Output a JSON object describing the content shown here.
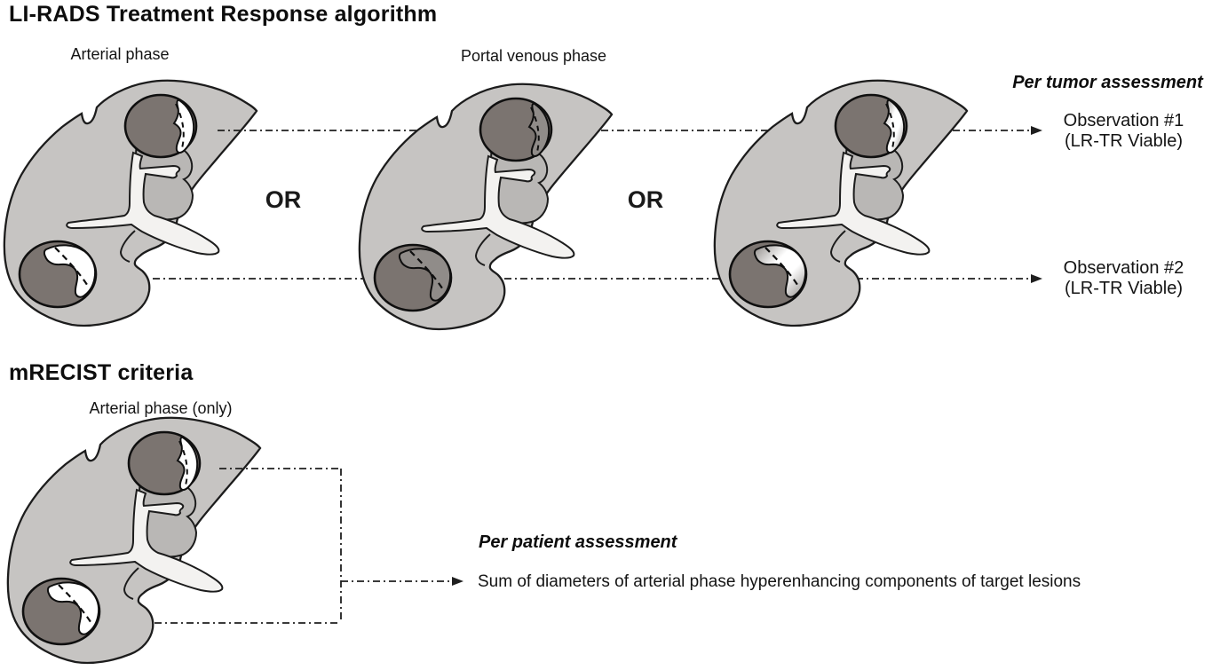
{
  "colors": {
    "liver_body": "#c6c4c2",
    "liver_lobe": "#b9b7b5",
    "vein": "#f3f2f0",
    "tumor": "#7b7470",
    "outline": "#1c1c1c",
    "crescent_arterial": "#ffffff",
    "crescent_portal": "#908c89",
    "connector_line": "#1f1f1f"
  },
  "sections": {
    "lirads": {
      "title": "LI-RADS Treatment Response algorithm",
      "phase_labels": [
        "Arterial phase",
        "Portal venous phase"
      ],
      "or_label": "OR",
      "assessment_heading": "Per tumor assessment",
      "observations": [
        {
          "line1": "Observation #1",
          "line2": "(LR-TR Viable)"
        },
        {
          "line1": "Observation #2",
          "line2": "(LR-TR Viable)"
        }
      ]
    },
    "mrecist": {
      "title": "mRECIST criteria",
      "phase_label": "Arterial phase (only)",
      "assessment_heading": "Per patient assessment",
      "description": "Sum of diameters of arterial phase hyperenhancing components of target lesions"
    }
  }
}
